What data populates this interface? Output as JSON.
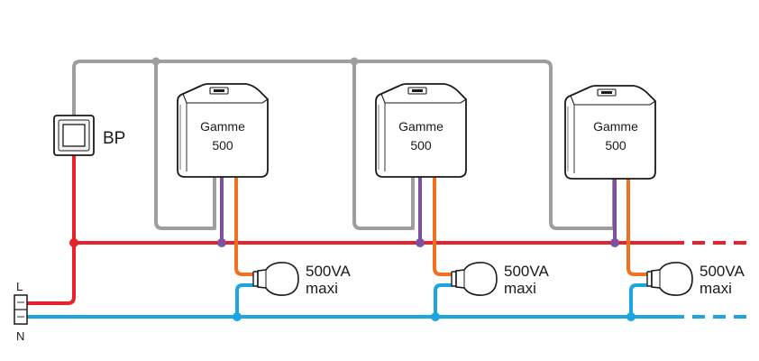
{
  "colors": {
    "phase": "#e8212b",
    "neutral": "#1ba6e0",
    "control": "#9e9e9e",
    "switched": "#f37021",
    "link": "#7f4fa0",
    "outline": "#1a1a1a",
    "box_fill": "#ffffff"
  },
  "terminal": {
    "phase_label": "L",
    "neutral_label": "N"
  },
  "push_button": {
    "label": "BP"
  },
  "modules": [
    {
      "line1": "Gamme",
      "line2": "500",
      "load_line1": "500VA",
      "load_line2": "maxi"
    },
    {
      "line1": "Gamme",
      "line2": "500",
      "load_line1": "500VA",
      "load_line2": "maxi"
    },
    {
      "line1": "Gamme",
      "line2": "500",
      "load_line1": "500VA",
      "load_line2": "maxi"
    }
  ],
  "icons": {
    "push_button": "push-button-icon",
    "lamp": "bulb-icon",
    "terminal": "terminal-block-icon"
  }
}
